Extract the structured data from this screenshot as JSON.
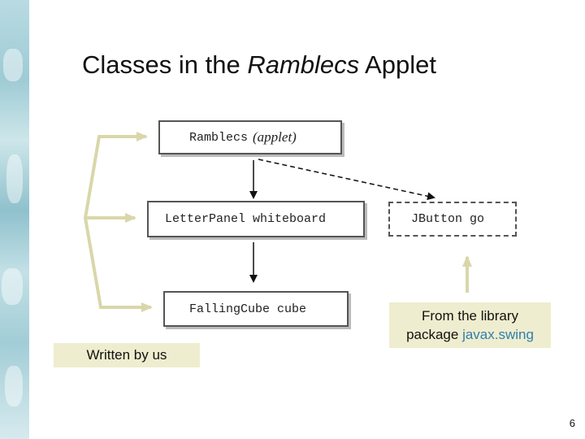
{
  "slide": {
    "title_prefix": "Classes in the ",
    "title_italic": "Ramblecs",
    "title_suffix": " Applet",
    "page_number": "6"
  },
  "classes": {
    "ramblecs": {
      "name": "Ramblecs",
      "note": "(applet)"
    },
    "letter_panel": {
      "name": "LetterPanel whiteboard"
    },
    "falling_cube": {
      "name": "FallingCube cube"
    },
    "jbutton": {
      "name": "JButton go"
    }
  },
  "notes": {
    "written_by_us": "Written by us",
    "library_line1": "From the library",
    "library_line2_prefix": "package ",
    "library_line2_pkg": "javax.swing"
  },
  "colors": {
    "bracket": "#d9d7a9",
    "note_bg": "#efedcf",
    "link": "#2f7fb0"
  }
}
